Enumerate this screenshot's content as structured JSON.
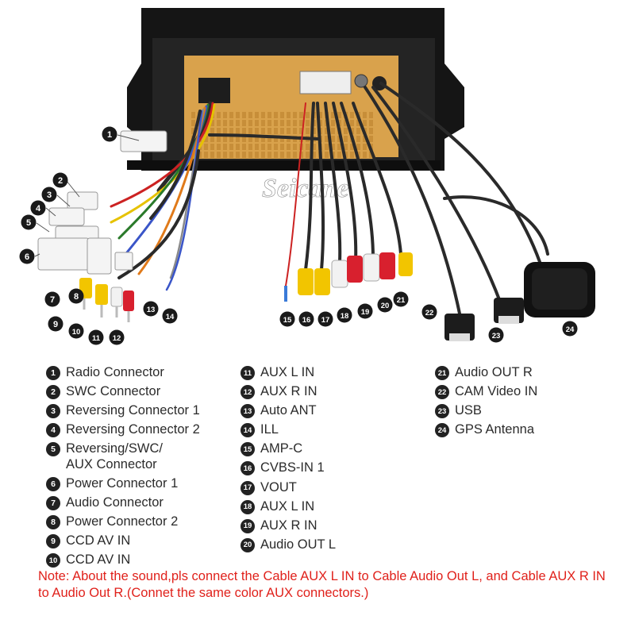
{
  "photo": {
    "watermark": "Seicane",
    "callouts": [
      "1",
      "2",
      "3",
      "4",
      "5",
      "6",
      "7",
      "8",
      "9",
      "10",
      "11",
      "12",
      "13",
      "14",
      "15",
      "16",
      "17",
      "18",
      "19",
      "20",
      "21",
      "22",
      "23",
      "24"
    ]
  },
  "legend": {
    "col1": [
      {
        "num": "1",
        "label": "Radio Connector"
      },
      {
        "num": "2",
        "label": "SWC Connector"
      },
      {
        "num": "3",
        "label": "Reversing Connector 1"
      },
      {
        "num": "4",
        "label": "Reversing Connector 2"
      },
      {
        "num": "5",
        "label": "Reversing/SWC/\nAUX Connector"
      },
      {
        "num": "6",
        "label": "Power Connector 1"
      },
      {
        "num": "7",
        "label": "Audio Connector"
      },
      {
        "num": "8",
        "label": "Power Connector 2"
      },
      {
        "num": "9",
        "label": "CCD AV IN"
      },
      {
        "num": "10",
        "label": "CCD AV IN"
      }
    ],
    "col2": [
      {
        "num": "11",
        "label": "AUX L IN"
      },
      {
        "num": "12",
        "label": "AUX R IN"
      },
      {
        "num": "13",
        "label": "Auto ANT"
      },
      {
        "num": "14",
        "label": "ILL"
      },
      {
        "num": "15",
        "label": "AMP-C"
      },
      {
        "num": "16",
        "label": "CVBS-IN 1"
      },
      {
        "num": "17",
        "label": "VOUT"
      },
      {
        "num": "18",
        "label": "AUX L IN"
      },
      {
        "num": "19",
        "label": "AUX R IN"
      },
      {
        "num": "20",
        "label": "Audio OUT L"
      }
    ],
    "col3": [
      {
        "num": "21",
        "label": "Audio OUT R"
      },
      {
        "num": "22",
        "label": "CAM Video IN"
      },
      {
        "num": "23",
        "label": "USB"
      },
      {
        "num": "24",
        "label": "GPS Antenna"
      }
    ]
  },
  "note": "Note: About the sound,pls connect the Cable AUX L IN to Cable Audio Out L, and Cable AUX R IN to  Audio Out R.(Connet the same color AUX connectors.)",
  "colors": {
    "frame": "#151515",
    "board": "#d9a24c",
    "note": "#e0211b",
    "cable": "#2a2a2a",
    "rca_yellow": "#f2c500",
    "rca_red": "#d8202e",
    "rca_white": "#f2f2f2"
  }
}
